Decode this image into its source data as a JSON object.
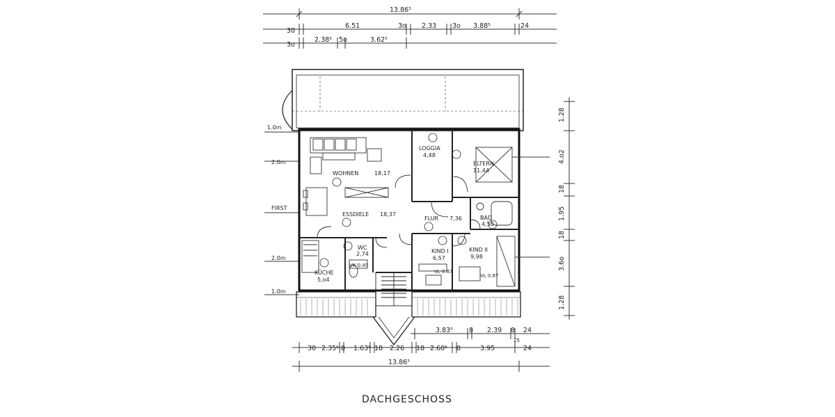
{
  "title": "DACHGESCHOSS",
  "dims_top": {
    "total": "13.86⁵",
    "row2": [
      "30",
      "6.51",
      "3o",
      "2.33",
      "3o",
      "3.88⁵",
      "24"
    ],
    "row3": [
      "3o",
      "2.38⁵",
      "5o",
      "3.62⁵"
    ]
  },
  "dims_right": [
    "1.28",
    "4.o2",
    "18",
    "1.95",
    "18",
    "3.6o",
    "1.28"
  ],
  "dims_bottom": {
    "row1": [
      "3.83⁵",
      "8",
      "2.39",
      "8",
      "24",
      "25"
    ],
    "row2": [
      "30",
      "2.35⁵",
      "8",
      "1.63⁵",
      "18",
      "2.26",
      "18",
      "2.60⁵",
      "8",
      "3.95",
      "24"
    ],
    "total": "13.86⁵"
  },
  "levels": [
    "1.0m",
    "2.0m",
    "FIRST",
    "2.0m",
    "1.0m"
  ],
  "rooms": [
    {
      "name": "LOGGIA",
      "area": "4,48"
    },
    {
      "name": "ELTERN",
      "area": "11,44"
    },
    {
      "name": "WOHNEN",
      "area": "18,17"
    },
    {
      "name": "ESSDIELE",
      "area": "18,37"
    },
    {
      "name": "FLUR",
      "area": "7,36"
    },
    {
      "name": "BAD",
      "area": "4,50"
    },
    {
      "name": "WC",
      "area": "2,74"
    },
    {
      "name": "KÜCHE",
      "area": "5,o4"
    },
    {
      "name": "KIND I",
      "area": "6,57"
    },
    {
      "name": "KIND II",
      "area": "9,98"
    }
  ],
  "fixtures": [
    "VK 0.45",
    "VL 0.87",
    "VL 0.87"
  ]
}
